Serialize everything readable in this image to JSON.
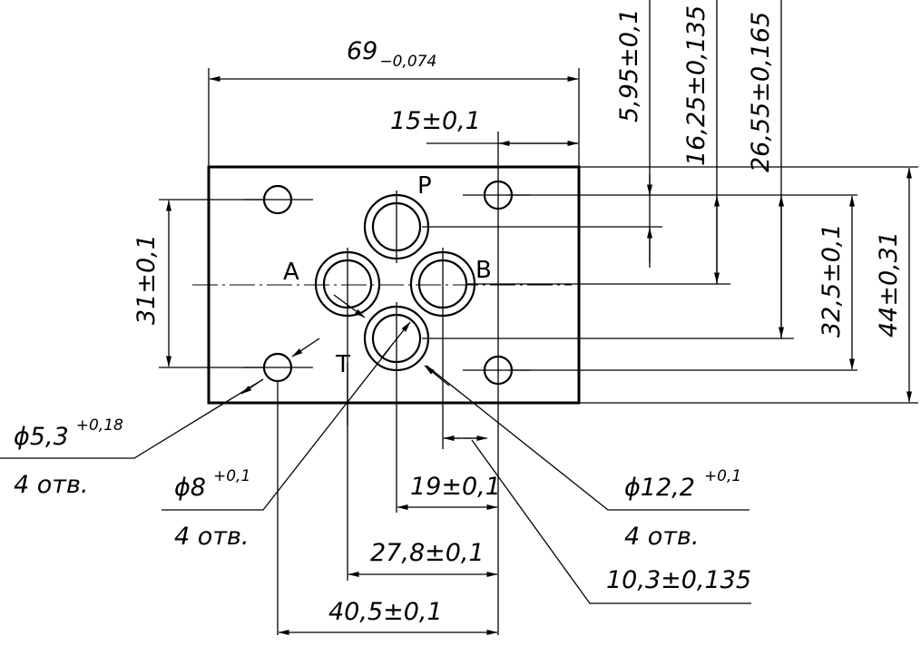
{
  "dimensions": {
    "width_total": {
      "value": "69",
      "tolerance": "−0,074"
    },
    "offset_15": "15±0,1",
    "vert_595": "5,95±0,1",
    "vert_1625": "16,25±0,135",
    "vert_2655": "26,55±0,165",
    "vert_325": "32,5±0,1",
    "height_44": "44±0,31",
    "height_31": "31±0,1",
    "horiz_19": "19±0,1",
    "horiz_278": "27,8±0,1",
    "horiz_405": "40,5±0,1",
    "horiz_103": "10,3±0,135"
  },
  "callouts": {
    "d53": {
      "diameter": "ϕ5,3",
      "tolerance": "+0,18",
      "count": "4 отв."
    },
    "d8": {
      "diameter": "ϕ8",
      "tolerance": "+0,1",
      "count": "4 отв."
    },
    "d122": {
      "diameter": "ϕ12,2",
      "tolerance": "+0,1",
      "count": "4 отв."
    }
  },
  "ports": {
    "p": "P",
    "a": "A",
    "b": "B",
    "t": "T"
  }
}
